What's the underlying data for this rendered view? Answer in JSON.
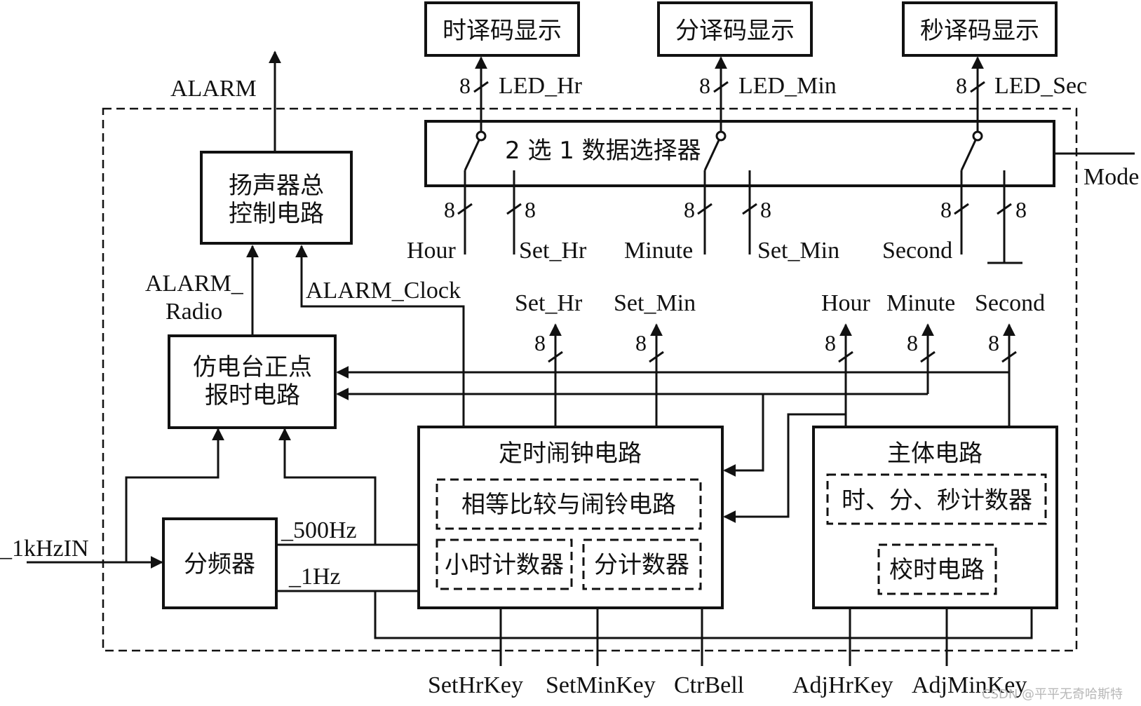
{
  "blocks": {
    "hr_display": "时译码显示",
    "min_display": "分译码显示",
    "sec_display": "秒译码显示",
    "mux": "2 选 1 数据选择器",
    "speaker_line1": "扬声器总",
    "speaker_line2": "控制电路",
    "radio_line1": "仿电台正点",
    "radio_line2": "报时电路",
    "divider": "分频器",
    "alarm_clock": "定时闹钟电路",
    "compare_bell": "相等比较与闹铃电路",
    "hour_counter": "小时计数器",
    "min_counter": "分计数器",
    "main_circuit": "主体电路",
    "hms_counter": "时、分、秒计数器",
    "adjust": "校时电路"
  },
  "signals": {
    "alarm": "ALARM",
    "led_hr": "LED_Hr",
    "led_min": "LED_Min",
    "led_sec": "LED_Sec",
    "mode": "Mode",
    "hour": "Hour",
    "set_hr": "Set_Hr",
    "minute": "Minute",
    "set_min": "Set_Min",
    "second": "Second",
    "alarm_radio_1": "ALARM_",
    "alarm_radio_2": "Radio",
    "alarm_clock_sig": "ALARM_Clock",
    "bus_set_hr": "Set_Hr",
    "bus_set_min": "Set_Min",
    "bus_hour": "Hour",
    "bus_minute": "Minute",
    "bus_second": "Second",
    "clk_in": "_1kHzIN",
    "f500": "_500Hz",
    "f1": "_1Hz",
    "sethrkey": "SetHrKey",
    "setminkey": "SetMinKey",
    "ctrbell": "CtrBell",
    "adjhrkey": "AdjHrKey",
    "adjminkey": "AdjMinKey"
  },
  "bus_width": "8",
  "watermark": "CSDN @平平无奇哈斯特"
}
